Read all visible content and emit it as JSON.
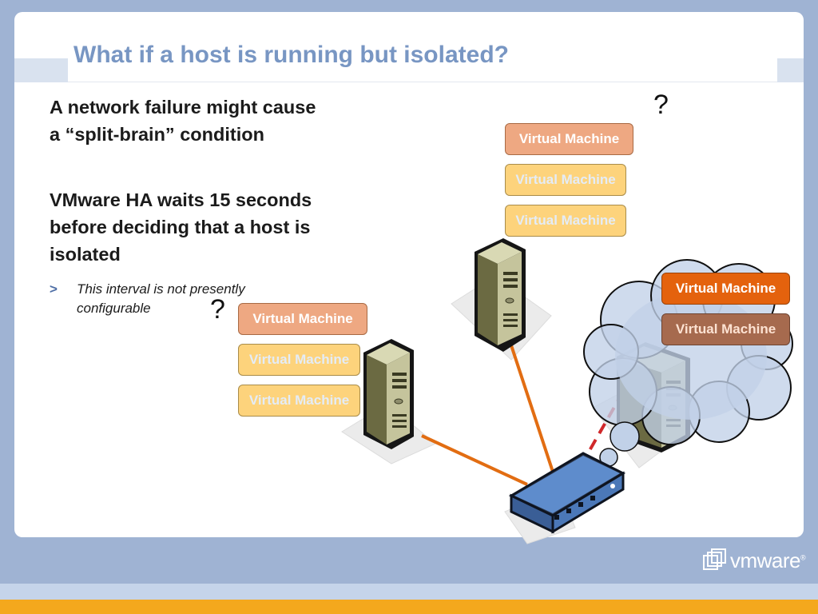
{
  "slide": {
    "title": "What if a host is running but isolated?",
    "paragraphs": [
      "A network failure might cause a “split-brain” condition",
      "VMware HA waits 15 seconds before deciding that a host is isolated"
    ],
    "sub_bullet_marker": ">",
    "sub_bullet": "This interval is not presently configurable"
  },
  "diagram": {
    "question_mark": "?",
    "vm_label": "Virtual Machine",
    "vm_colors": {
      "salmon": "#eea882",
      "yellow": "#fdd37c",
      "orange": "#e4620d",
      "brown": "#a66a4e"
    },
    "server_color": "#6b6a42",
    "switch_color": "#4b78b8",
    "link_color": "#e26d12",
    "broken_link_color": "#d0282a",
    "cloud_color": "#c1d1e8"
  },
  "brand": {
    "logo_text": "vmware",
    "trademark": "®"
  },
  "colors": {
    "title": "#7896c3",
    "background": "#9fb3d3",
    "bottom_stripe": "#f4a81d"
  }
}
